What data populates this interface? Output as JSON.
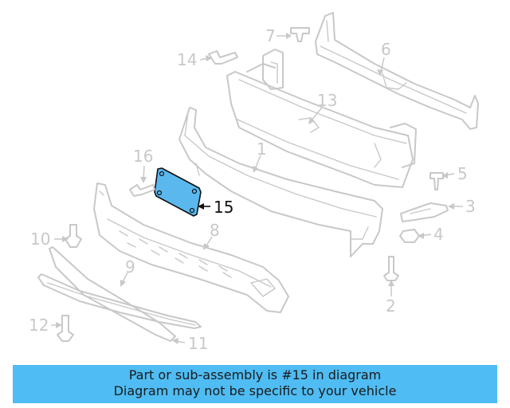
{
  "diagram": {
    "callouts": {
      "c1": "1",
      "c2": "2",
      "c3": "3",
      "c4": "4",
      "c5": "5",
      "c6": "6",
      "c7": "7",
      "c8": "8",
      "c9": "9",
      "c10": "10",
      "c11": "11",
      "c12": "12",
      "c13": "13",
      "c14": "14",
      "c15": "15",
      "c16": "16"
    },
    "highlight_part": "15",
    "colors": {
      "highlight_fill": "#5ab8ef",
      "line_gray": "#c8c8c8",
      "banner_bg": "#4fbcf3"
    }
  },
  "banner": {
    "line1": "Part or sub-assembly is #15 in diagram",
    "line2": "Diagram may not be specific to your vehicle"
  }
}
